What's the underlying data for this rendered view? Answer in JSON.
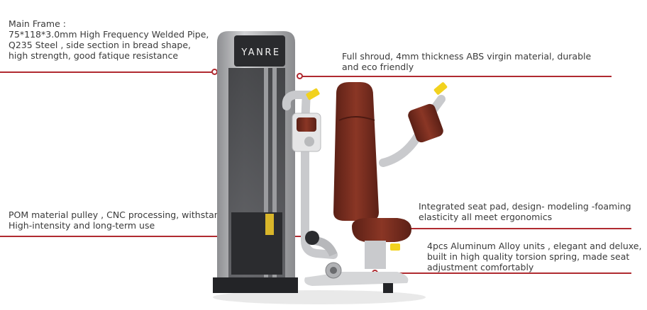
{
  "annotations": {
    "main_frame": [
      "Main Frame :",
      "75*118*3.0mm High Frequency Welded Pipe,",
      "Q235 Steel , side section in bread shape,",
      "high strength, good fatique resistance"
    ],
    "shroud": [
      "Full shroud, 4mm thickness ABS virgin material, durable",
      "and eco friendly"
    ],
    "pulley": [
      "POM material pulley , CNC processing, withstand",
      "High-intensity and long-term use"
    ],
    "seat": [
      "Integrated seat pad, design- modeling -foaming",
      "elasticity all meet ergonomics"
    ],
    "alloy": [
      "4pcs Aluminum Alloy units , elegant and deluxe,",
      "built in high quality torsion spring, made seat",
      "adjustment comfortably"
    ]
  },
  "brand_logo": "YANRE",
  "colors": {
    "accent_line": "#b02a30",
    "seat_upholstery": "#7a2e20",
    "frame_grey": "#a9aaac",
    "handle_yellow": "#f2d21e"
  }
}
